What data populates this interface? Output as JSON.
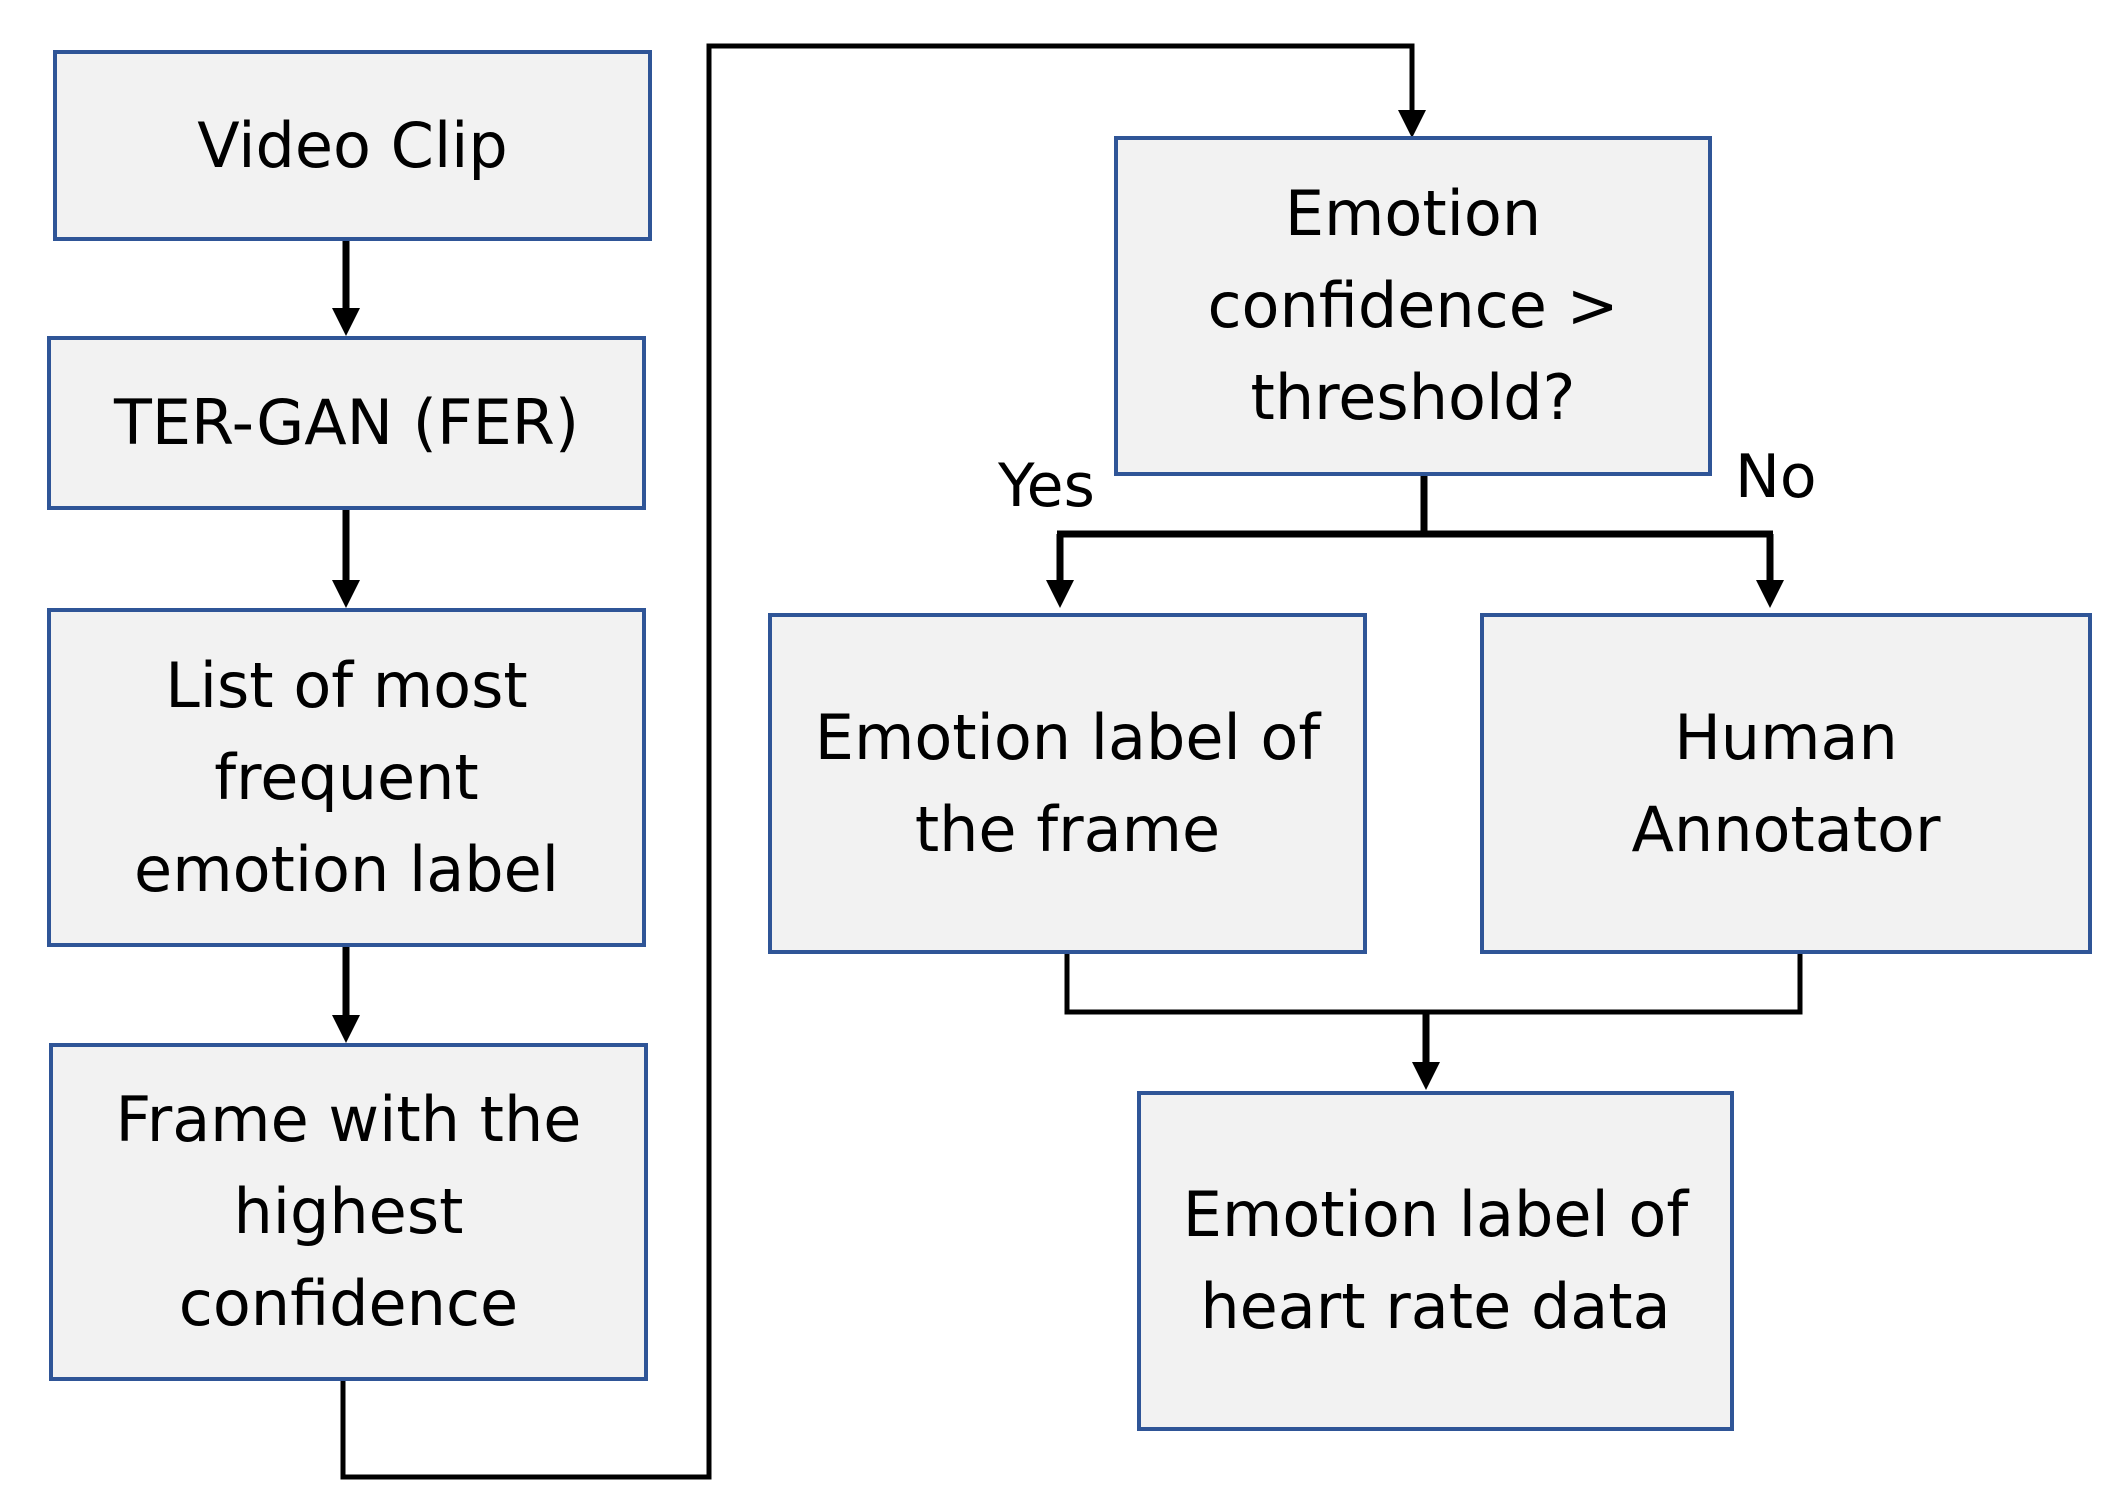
{
  "nodes": {
    "video_clip": "Video Clip",
    "ter_gan": "TER-GAN (FER)",
    "most_frequent": "List of most\nfrequent\nemotion label",
    "highest_confidence": "Frame with the\nhighest\nconfidence",
    "threshold": "Emotion\nconfidence >\nthreshold?",
    "frame_label": "Emotion label of\nthe frame",
    "human_annotator": "Human\nAnnotator",
    "heart_rate_label": "Emotion label of\nheart rate data"
  },
  "edge_labels": {
    "yes": "Yes",
    "no": "No"
  },
  "colors": {
    "box_fill": "#f2f2f2",
    "box_border": "#2f5597",
    "connector": "#000000"
  }
}
